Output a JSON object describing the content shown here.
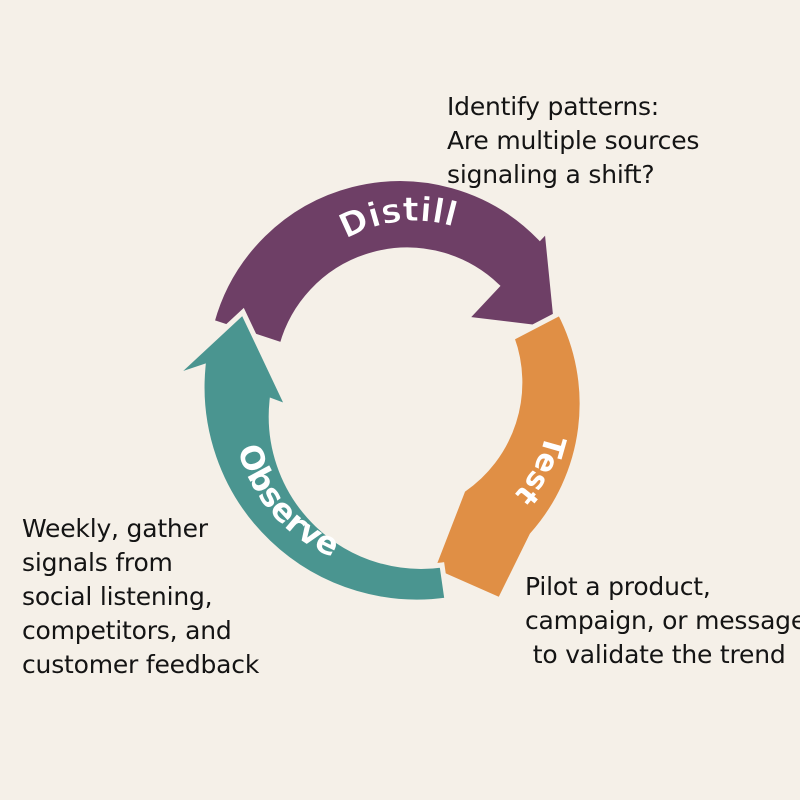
{
  "stages": [
    {
      "id": "distill",
      "label": "Distill",
      "color": "#6e3f66"
    },
    {
      "id": "test",
      "label": "Test",
      "color": "#e08f45"
    },
    {
      "id": "observe",
      "label": "Observe",
      "color": "#4a9590"
    }
  ],
  "notes": {
    "distill": [
      "Identify patterns:",
      "Are multiple sources",
      "signaling a shift?"
    ],
    "observe": [
      "Weekly, gather",
      "signals from",
      "social listening,",
      "competitors, and",
      "customer feedback"
    ],
    "test": [
      "Pilot a product,",
      "campaign, or message",
      " to validate the trend"
    ]
  }
}
